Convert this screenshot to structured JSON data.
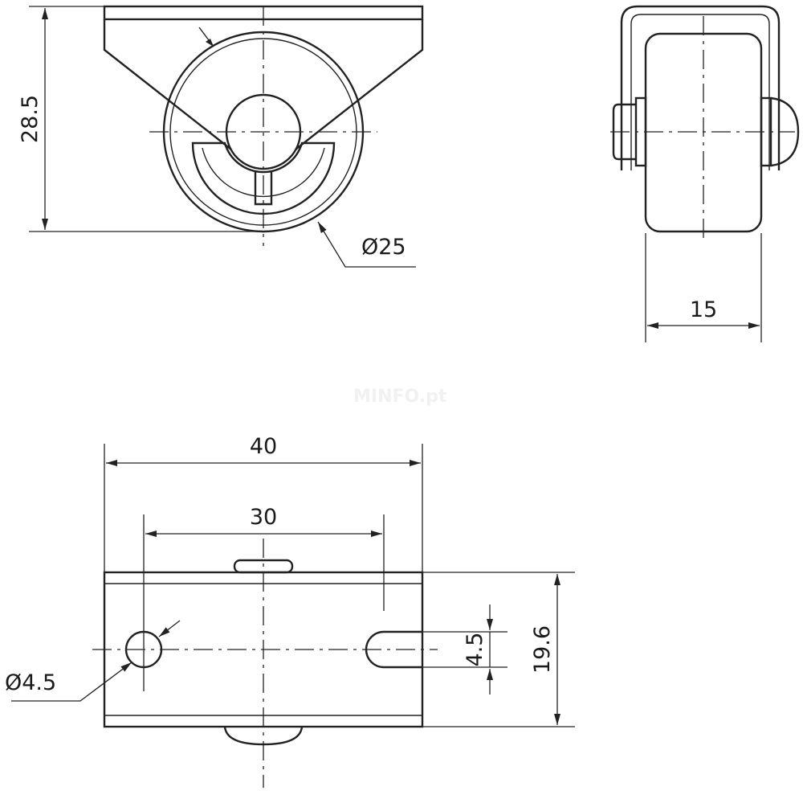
{
  "watermark": "MINFO.pt",
  "views": {
    "side": {
      "height_label": "28.5",
      "wheel_diameter_label": "Ø25"
    },
    "front": {
      "width_label": "15"
    },
    "top": {
      "overall_length_label": "40",
      "hole_spacing_label": "30",
      "slot_width_label": "4.5",
      "plate_width_label": "19.6",
      "hole_diameter_label": "Ø4.5"
    }
  }
}
